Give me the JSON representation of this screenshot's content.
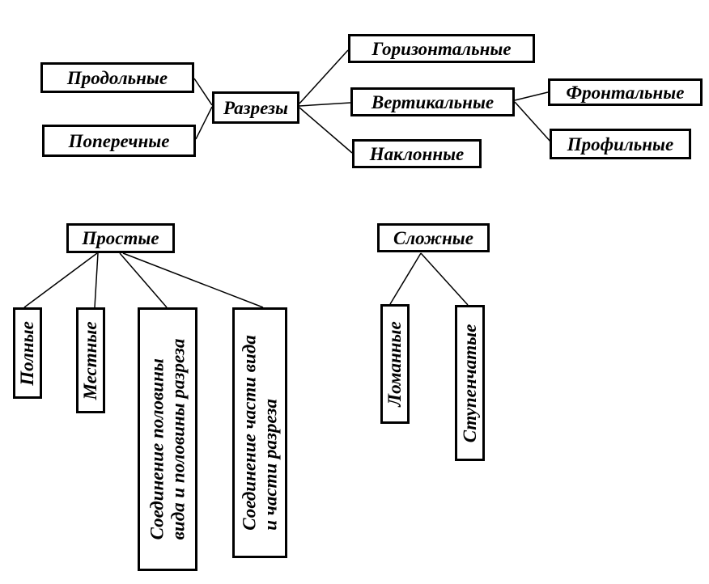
{
  "diagram": {
    "top": {
      "center": "Разрезы",
      "left": [
        "Продольные",
        "Поперечные"
      ],
      "right": [
        "Горизонтальные",
        "Вертикальные",
        "Наклонные"
      ],
      "vertical_children": [
        "Фронтальные",
        "Профильные"
      ]
    },
    "simple": {
      "title": "Простые",
      "items": [
        {
          "lines": [
            "Полные"
          ]
        },
        {
          "lines": [
            "Местные"
          ]
        },
        {
          "lines": [
            "Соединение половины",
            "вида и половины разреза"
          ]
        },
        {
          "lines": [
            "Соединение части вида",
            "и части разреза"
          ]
        }
      ]
    },
    "complex": {
      "title": "Сложные",
      "items": [
        {
          "lines": [
            "Ломанные"
          ]
        },
        {
          "lines": [
            "Ступенчатые"
          ]
        }
      ]
    }
  }
}
